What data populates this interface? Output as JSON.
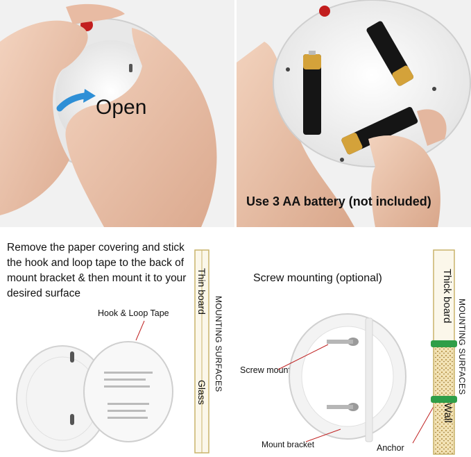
{
  "panel_open": {
    "label": "Open"
  },
  "panel_battery": {
    "caption": "Use 3 AA battery (not included)"
  },
  "panel_tape": {
    "instructions": "Remove the paper covering and stick the hook and loop tape to the back of mount bracket & then mount it to your desired surface",
    "hook_loop_label": "Hook & Loop Tape",
    "thin_board_label": "Thin board",
    "glass_label": "Glass",
    "surfaces_label": "MOUNTING SURFACES"
  },
  "panel_screw": {
    "title": "Screw mounting (optional)",
    "screw_mount_label": "Screw mount",
    "mount_bracket_label": "Mount bracket",
    "anchor_label": "Anchor",
    "thick_board_label": "Thick board",
    "wall_label": "Wall",
    "surfaces_label": "MOUNTING SURFACES"
  },
  "colors": {
    "arrow_blue": "#2e8fd6",
    "board_stroke": "#c9b36a",
    "anchor_green": "#2f9e48",
    "wall_fill": "#f2e2b4"
  }
}
